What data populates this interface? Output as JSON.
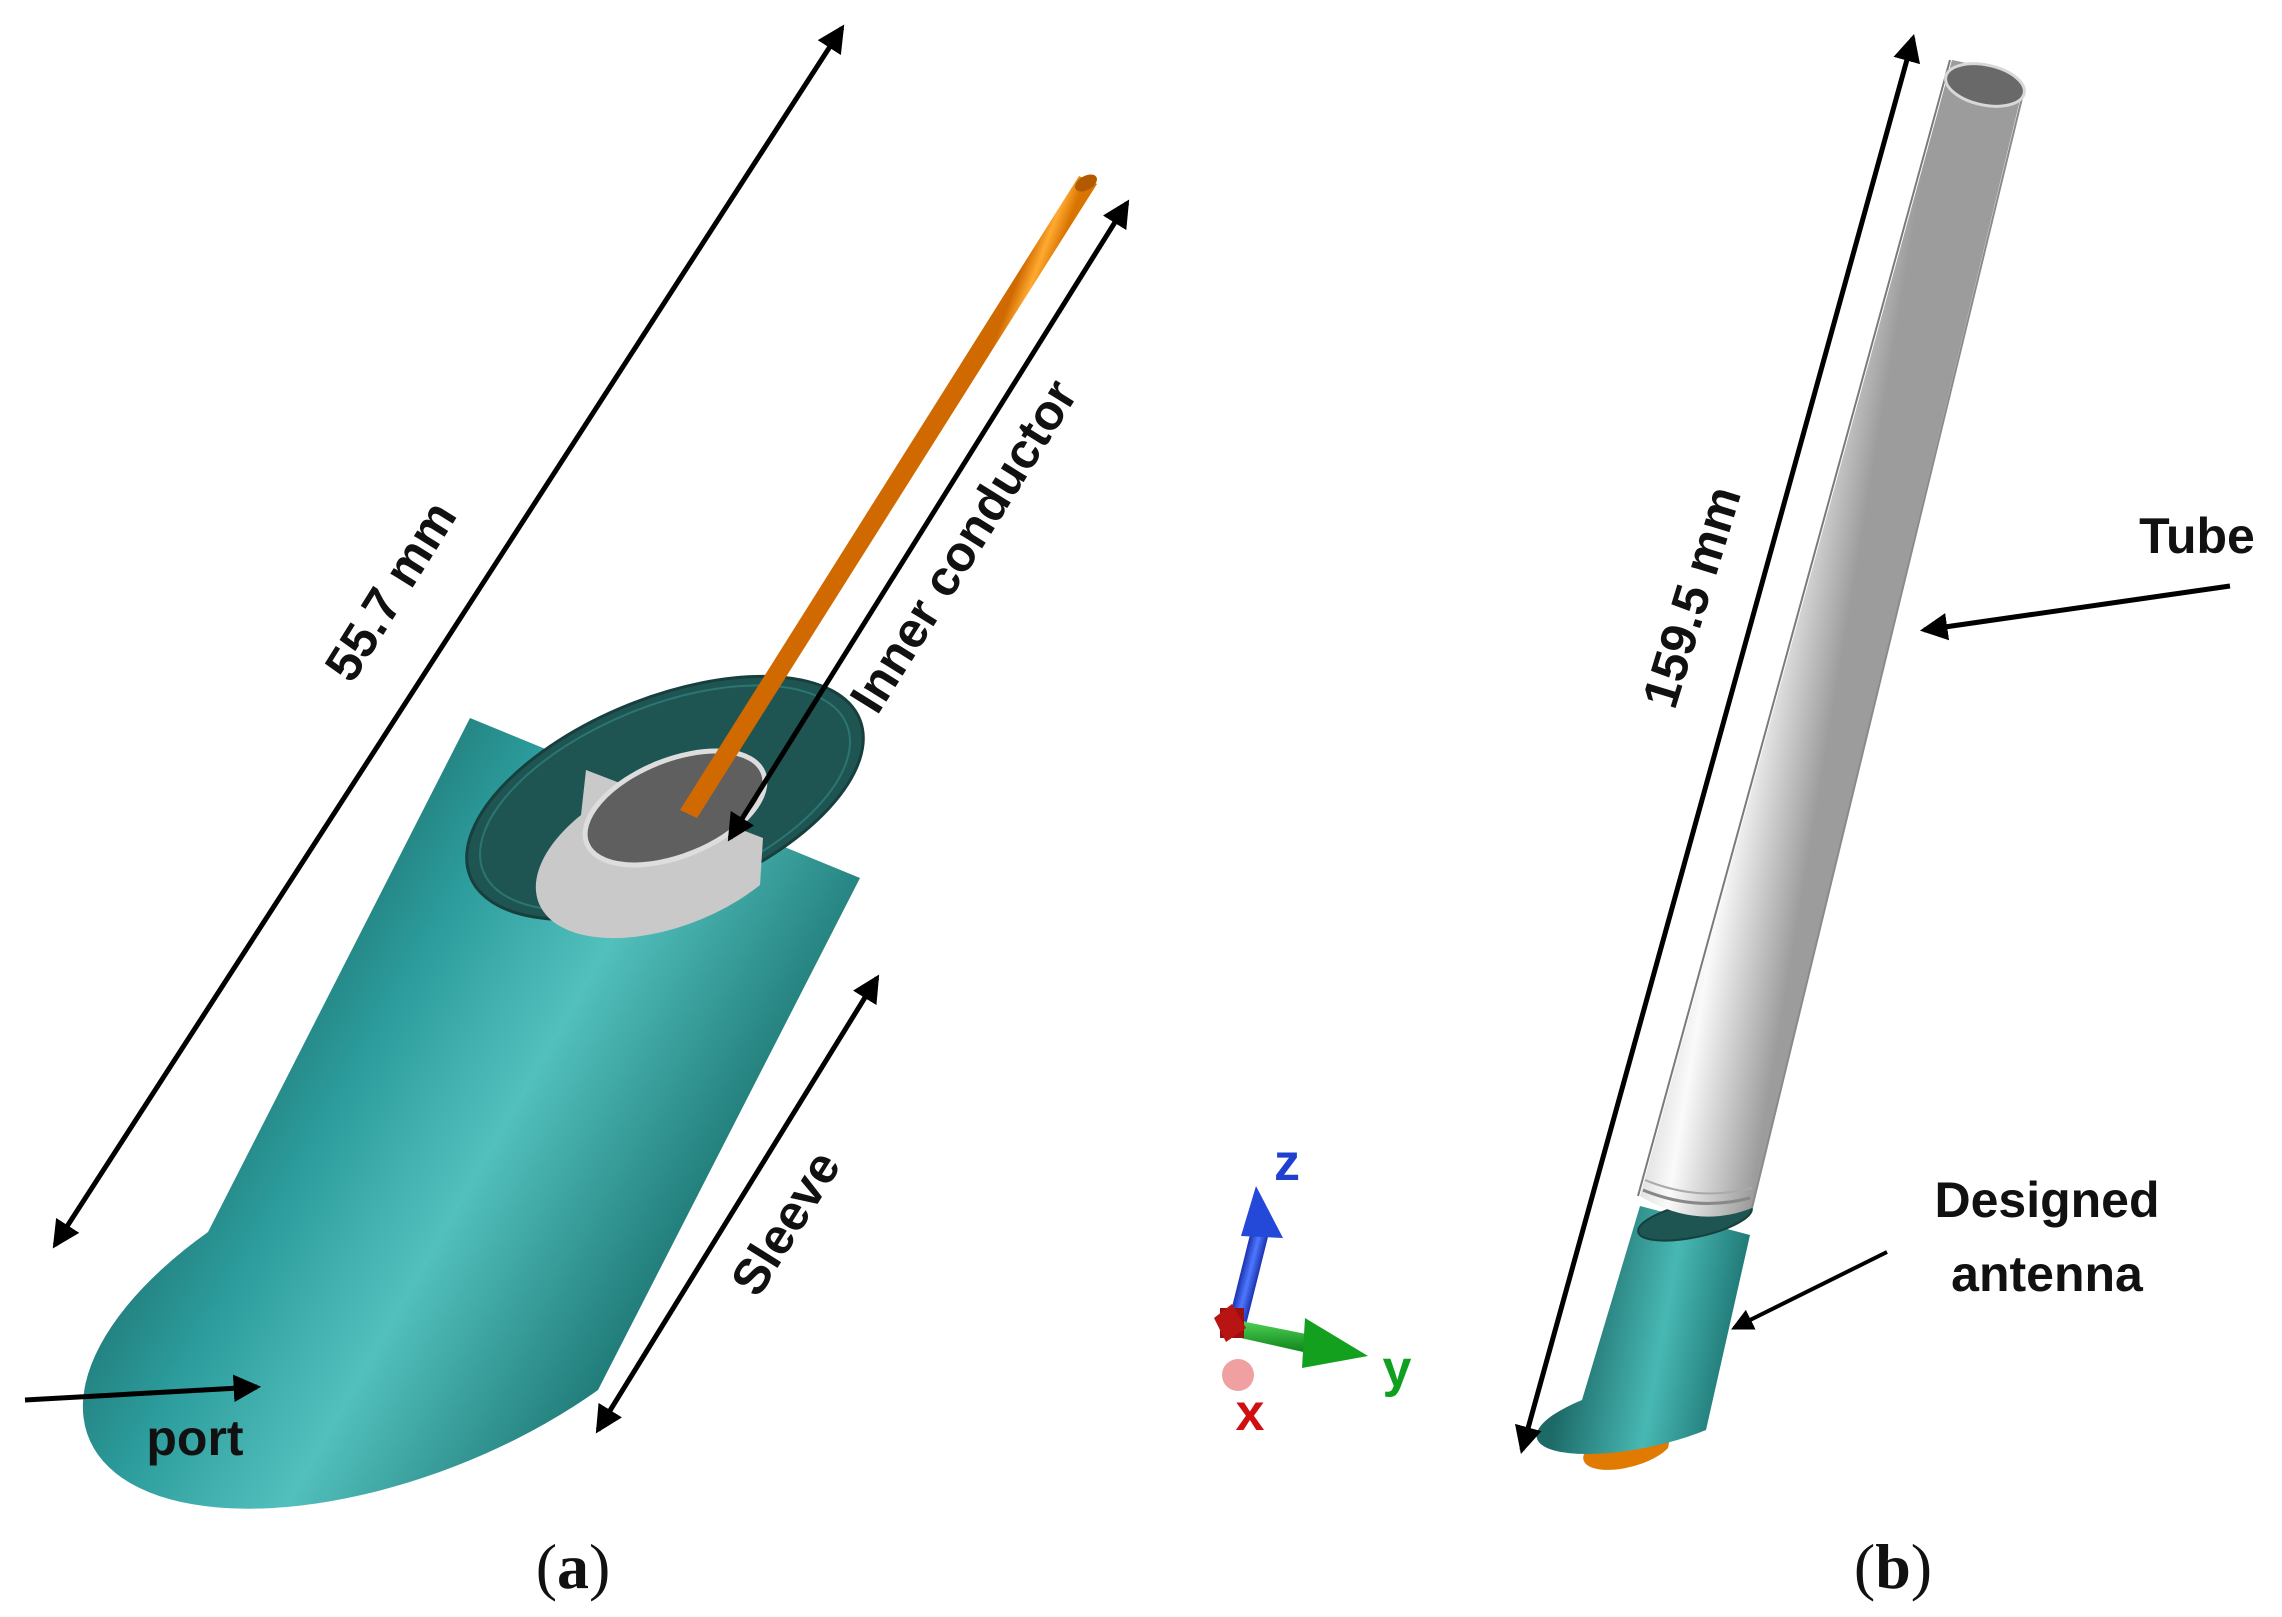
{
  "panel_a": {
    "caption_letter": "a",
    "dimension_label": "55.7 mm",
    "inner_conductor_label": "Inner conductor",
    "sleeve_label": "Sleeve",
    "port_label": "port"
  },
  "panel_b": {
    "caption_letter": "b",
    "dimension_label": "159.5 mm",
    "tube_label": "Tube",
    "antenna_label_line1": "Designed",
    "antenna_label_line2": "antenna"
  },
  "axes": {
    "z": "z",
    "y": "y",
    "x": "x"
  },
  "colors": {
    "sleeve": "#2c9c9c",
    "sleeve_top": "#1e5552",
    "conductor": "#f08a10",
    "tube": "#e6e6e6",
    "axis_z": "#2040d0",
    "axis_y": "#10a020",
    "axis_x": "#d01010"
  }
}
